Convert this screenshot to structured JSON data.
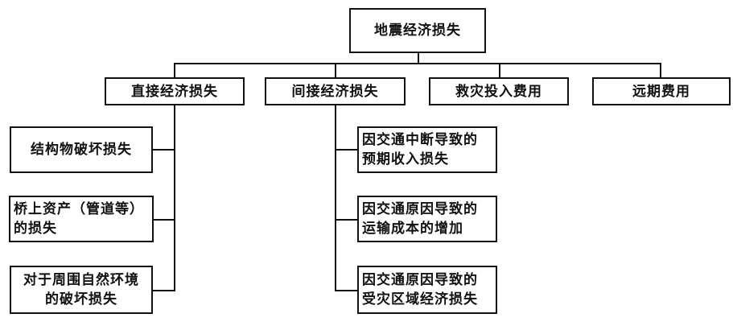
{
  "diagram": {
    "root": {
      "label": "地震经济损失"
    },
    "categories": [
      {
        "label": "直接经济损失",
        "children": [
          {
            "lines": [
              "结构物破坏损失"
            ]
          },
          {
            "lines": [
              "桥上资产（管道等）",
              "的损失"
            ]
          },
          {
            "lines": [
              "对于周围自然环境",
              "的破坏损失"
            ]
          }
        ]
      },
      {
        "label": "间接经济损失",
        "children": [
          {
            "lines": [
              "因交通中断导致的",
              "预期收入损失"
            ]
          },
          {
            "lines": [
              "因交通原因导致的",
              "运输成本的增加"
            ]
          },
          {
            "lines": [
              "因交通原因导致的",
              "受灾区域经济损失"
            ]
          }
        ]
      },
      {
        "label": "救灾投入费用",
        "children": []
      },
      {
        "label": "远期费用",
        "children": []
      }
    ]
  }
}
